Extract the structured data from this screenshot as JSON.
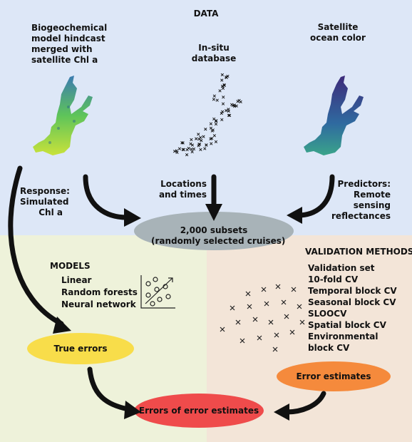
{
  "data_header": "DATA",
  "sources": {
    "biogeochemical": [
      "Biogeochemical",
      "model hindcast",
      "merged with",
      "satellite Chl a"
    ],
    "insitu": [
      "In-situ",
      "database"
    ],
    "satellite": [
      "Satellite",
      "ocean color"
    ]
  },
  "flows": {
    "response": [
      "Response:",
      "Simulated",
      "Chl a"
    ],
    "locations": [
      "Locations",
      "and times"
    ],
    "predictors": [
      "Predictors:",
      "Remote",
      "sensing",
      "reflectances"
    ]
  },
  "subsets": [
    "2,000 subsets",
    "(randomly selected cruises)"
  ],
  "models": {
    "header": "MODELS",
    "items": [
      "Linear",
      "Random forests",
      "Neural network"
    ]
  },
  "validation": {
    "header": "VALIDATION METHODS",
    "items": [
      "Validation set",
      "10-fold CV",
      "Temporal block CV",
      "Seasonal block CV",
      "SLOOCV",
      "Spatial block CV",
      "Environmental",
      "block CV"
    ]
  },
  "true_errors": "True errors",
  "error_estimates": "Error estimates",
  "errors_of_errors": "Errors of error estimates",
  "colors": {
    "data_bg": "#dde7f7",
    "models_bg": "#eef2da",
    "validation_bg": "#f3e5d8",
    "subsets_pill": "#a8b3b8",
    "true_errors_pill": "#f8dd4a",
    "error_estimates_pill": "#f58a3c",
    "errors_of_errors_pill": "#ef4b4b"
  }
}
